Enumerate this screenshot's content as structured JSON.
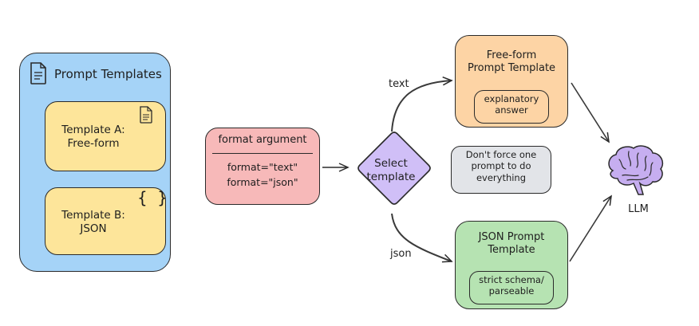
{
  "diagram": {
    "prompt_templates": {
      "title": "Prompt Templates",
      "icon": "document-icon",
      "templates": [
        {
          "label_line1": "Template A:",
          "label_line2": "Free-form",
          "icon": "document-icon"
        },
        {
          "label_line1": "Template B:",
          "label_line2": "JSON",
          "icon": "curly-braces-icon",
          "icon_glyph": "{ }"
        }
      ]
    },
    "format_argument": {
      "title": "format argument",
      "options": [
        "format=\"text\"",
        "format=\"json\""
      ]
    },
    "decision": {
      "line1": "Select",
      "line2": "template"
    },
    "edges": {
      "text_label": "text",
      "json_label": "json"
    },
    "freeform_template": {
      "title_line1": "Free-form",
      "title_line2": "Prompt Template",
      "detail_line1": "explanatory",
      "detail_line2": "answer"
    },
    "note": {
      "line1": "Don't force one",
      "line2": "prompt to do",
      "line3": "everything"
    },
    "json_template": {
      "title_line1": "JSON Prompt",
      "title_line2": "Template",
      "detail_line1": "strict schema/",
      "detail_line2": "parseable"
    },
    "llm": {
      "label": "LLM",
      "icon": "brain-icon"
    }
  },
  "colors": {
    "templates_panel": "#a5d3f7",
    "template_card": "#fde59a",
    "format_box": "#f7b9b9",
    "decision": "#d0bff7",
    "freeform_box": "#fdd4a5",
    "note_box": "#e2e4e8",
    "json_box": "#b6e3b2",
    "brain": "#c6aef0",
    "stroke": "#2a2a2a"
  }
}
